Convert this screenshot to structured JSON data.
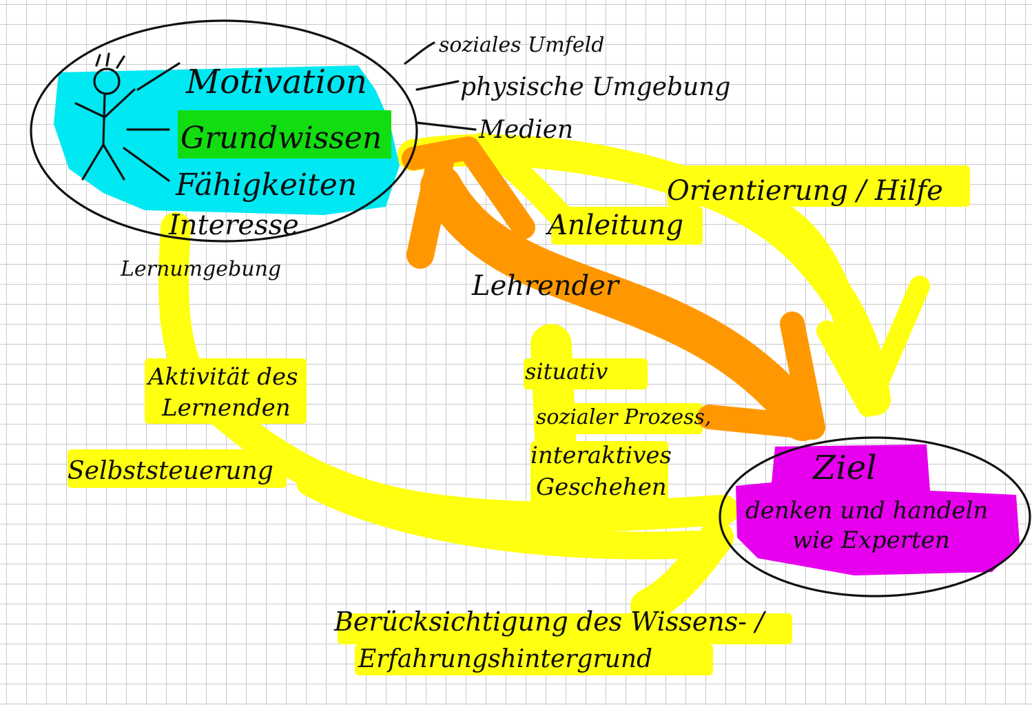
{
  "colors": {
    "paper": "#ffffff",
    "grid": "#c9c9c9",
    "ink": "#111111",
    "cyan": "#00e8f2",
    "green": "#11dd11",
    "yellow": "#ffff10",
    "orange": "#ff9800",
    "magenta": "#e600ee"
  },
  "learner": {
    "motivation": "Motivation",
    "grundwissen": "Grundwissen",
    "faehigkeiten": "Fähigkeiten",
    "interesse": "Interesse"
  },
  "environment": {
    "soziales_umfeld": "soziales Umfeld",
    "physische_umgebung": "physische Umgebung",
    "medien": "Medien",
    "lernumgebung": "Lernumgebung"
  },
  "teacher": {
    "anleitung": "Anleitung",
    "orientierung": "Orientierung / Hilfe",
    "lehrender": "Lehrender"
  },
  "learning": {
    "aktivitaet_1": "Aktivität des",
    "aktivitaet_2": "Lernenden",
    "selbststeuerung": "Selbststeuerung",
    "situativ": "situativ",
    "sozialer_prozess": "sozialer Prozess,",
    "interaktives_1": "interaktives",
    "interaktives_2": "Geschehen",
    "beruecksichtigung_1": "Berücksichtigung des Wissens- /",
    "beruecksichtigung_2": "Erfahrungshintergrund"
  },
  "goal": {
    "ziel": "Ziel",
    "line_1": "denken und handeln",
    "line_2": "wie Experten"
  }
}
